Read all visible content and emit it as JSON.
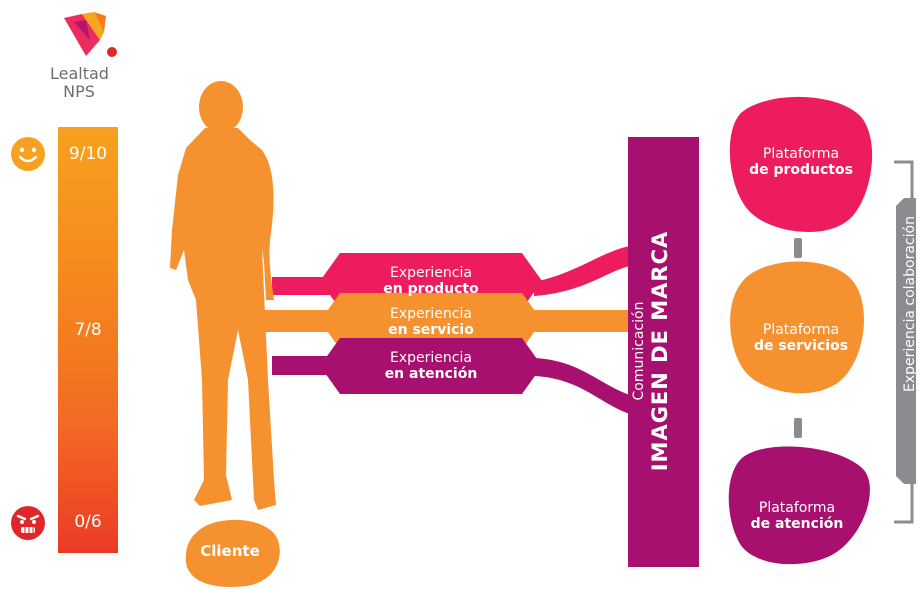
{
  "loyalty": {
    "title_line1": "Lealtad",
    "title_line2": "NPS",
    "scale": {
      "top": "9/10",
      "middle": "7/8",
      "bottom": "0/6"
    }
  },
  "client_label": "Cliente",
  "experiences": [
    {
      "line1": "Experiencia",
      "line2": "en producto"
    },
    {
      "line1": "Experiencia",
      "line2": "en servicio"
    },
    {
      "line1": "Experiencia",
      "line2": "en atención"
    }
  ],
  "brand": {
    "small": "Comunicación",
    "big": "IMAGEN DE MARCA"
  },
  "platforms": [
    {
      "line1": "Plataforma",
      "line2": "de productos"
    },
    {
      "line1": "Plataforma",
      "line2": "de servicios"
    },
    {
      "line1": "Plataforma",
      "line2": "de atención"
    }
  ],
  "collaboration_label": "Experiencia colaboración",
  "colors": {
    "pink": "#ec1c5f",
    "orange": "#f5922f",
    "purple": "#a8106f",
    "scale_top": "#f8a11f",
    "scale_bottom": "#ec3a26",
    "gray": "#8a8c8f",
    "happy_face": "#f7a11f",
    "angry_face": "#e0262b"
  },
  "icons": {
    "logo": "brand-logo-icon",
    "happy": "happy-face-icon",
    "angry": "angry-face-icon",
    "person": "person-silhouette-icon"
  }
}
